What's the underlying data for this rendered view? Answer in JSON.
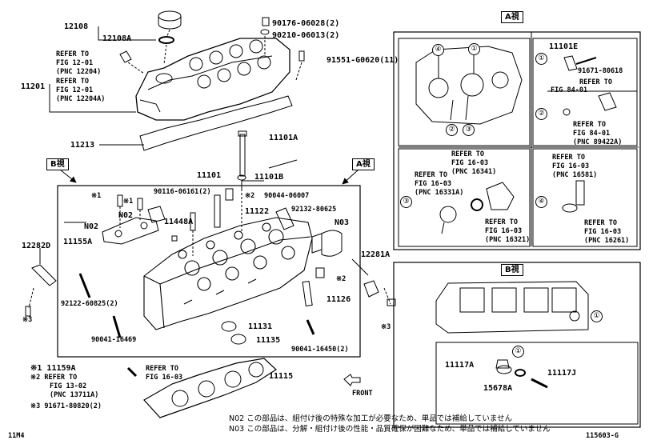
{
  "labels": {
    "p12108": "12108",
    "p12108A": "12108A",
    "p90176": "90176-06028(2)",
    "p90210": "90210-06013(2)",
    "p91551": "91551-G0620(11)",
    "ref1a": "REFER TO",
    "ref1b": "FIG 12-01",
    "ref1c": "(PNC 12204)",
    "ref2a": "REFER TO",
    "ref2b": "FIG 12-01",
    "ref2c": "(PNC 12204A)",
    "p11201": "11201",
    "p11213": "11213",
    "p11101A": "11101A",
    "p11101": "11101",
    "p11101B": "11101B",
    "bview": "B視",
    "aview": "A視",
    "m1a": "※1",
    "m1b": "※1",
    "p90116": "90116-06161(2)",
    "m2a": "※2",
    "p90044": "90044-06007",
    "pN02": "N02",
    "p11448A": "11448A",
    "p11122": "11122",
    "p92132": "92132-80625",
    "p12282D": "12282D",
    "p11155A": "11155A",
    "pN03": "N03",
    "p12281A": "12281A",
    "m2b": "※2",
    "p92122": "92122-60825(2)",
    "p11126": "11126",
    "m3a": "※3",
    "m3b": "※3",
    "p90041a": "90041-16469",
    "p11131": "11131",
    "p11135": "11135",
    "p90041b": "90041-16450(2)",
    "n1": "※1  11159A",
    "n2a": "※2  REFER TO",
    "n2b": "FIG 13-02",
    "n2c": "(PNC 13711A)",
    "n3": "※3  91671-80820(2)",
    "ref3a": "REFER TO",
    "ref3b": "FIG 16-03",
    "p11115": "11115",
    "front": "FRONT",
    "jp1": "N02 この部品は、組付け後の特殊な加工が必要なため、単品では補給していません",
    "jp2": "N03 この部品は、分解・組付け後の性能・品質確保が困難なため、単品では補給していません",
    "corner_left": "11M4",
    "corner_right": "115603-G"
  },
  "aPanel": {
    "title": "A視",
    "c1": "①",
    "c2": "②",
    "c3": "③",
    "c4": "④",
    "p11101E": "11101E",
    "p91671": "91671-80618",
    "r84a": "REFER TO",
    "r84b": "FIG 84-01",
    "r84c": "REFER TO",
    "r84d": "FIG 84-01",
    "r84e": "(PNC 89422A)",
    "r16a": "REFER TO",
    "r16b": "FIG 16-03",
    "r16c": "(PNC 16341)",
    "r16d": "REFER TO",
    "r16e": "FIG 16-03",
    "r16f": "(PNC 16331A)",
    "r16g": "REFER TO",
    "r16h": "FIG 16-03",
    "r16i": "(PNC 16321)",
    "r16j": "REFER TO",
    "r16k": "FIG 16-03",
    "r16l": "(PNC 16581)",
    "r16m": "REFER TO",
    "r16n": "FIG 16-03",
    "r16o": "(PNC 16261)"
  },
  "bPanel": {
    "title": "B視",
    "c1": "①",
    "p11117A": "11117A",
    "p11117J": "11117J",
    "p15678A": "15678A"
  }
}
